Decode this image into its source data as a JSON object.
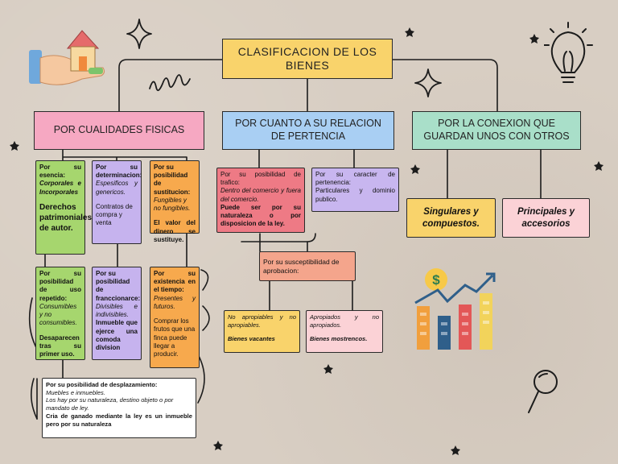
{
  "title": "CLASIFICACION DE LOS BIENES",
  "categories": {
    "fisicas": "POR CUALIDADES FISICAS",
    "relacion": "POR CUANTO A SU RELACION DE PERTENCIA",
    "conexion": "POR LA CONEXION QUE GUARDAN UNOS CON OTROS"
  },
  "fisicas": {
    "esencia": {
      "head": "Por su esencia:",
      "body": "Corporales e Incorporales",
      "strong": "Derechos patrimoniales de autor."
    },
    "determinacion": {
      "head": "Por su determinacion:",
      "body": "Espesificos y genericos.",
      "extra": "Contratos de compra y venta"
    },
    "sustitucion": {
      "head": "Por su posibilidad de sustitucion:",
      "body": "Fungibles y no fungibles.",
      "strong": "El valor del dinero se sustituye."
    },
    "uso": {
      "head": "Por su posibilidad de uso repetido:",
      "body": "Consumibles y no consumibles.",
      "strong": "Desaparecen tras su primer uso."
    },
    "fraccion": {
      "head": "Por su posibilidad de franccionarce:",
      "body": "Divisibles e indivisibles.",
      "strong": "Inmueble que ejerce una comoda division"
    },
    "existencia": {
      "head": "Por su existencia en el tiempo:",
      "body": "Presentes y futuros.",
      "extra": "Comprar los frutos que una finca puede llegar a producir."
    },
    "desplazamiento": {
      "head": "Por su  posibilidad de desplazamiento:",
      "body1": "Muebles e inmuebles.",
      "body2": "Los hay por su naturaleza, destino objeto o por mandato de ley.",
      "strong": "Cria de ganado mediante la ley es un inmueble pero por su naturaleza"
    }
  },
  "relacion": {
    "trafico": {
      "head": "Por su posibilidad de trafico:",
      "body": "Dentro del comercio y fuera del comercio.",
      "strong": "Puede ser por su naturaleza o por disposicion de la ley."
    },
    "caracter": {
      "head": "Por su caracter de pertenencia:",
      "body": "Particulares y dominio publico."
    },
    "aprobacion": {
      "head": "Por su susceptibilidad de aprobacion:"
    },
    "no_apropiables": {
      "body": "No apropiables y no apropiables.",
      "strong": "Bienes vacantes"
    },
    "apropiados": {
      "body": "Apropiados y no apropiados.",
      "strong": "Bienes mostrencos."
    }
  },
  "conexion": {
    "singulares": "Singulares y compuestos.",
    "principales": "Principales y accesorios"
  },
  "icons": [
    "house-hand-icon",
    "lightbulb-icon",
    "sparkle-icon",
    "spring-doodle-icon",
    "growth-chart-icon",
    "dollar-coin-icon",
    "magnifier-icon",
    "star-icon"
  ]
}
